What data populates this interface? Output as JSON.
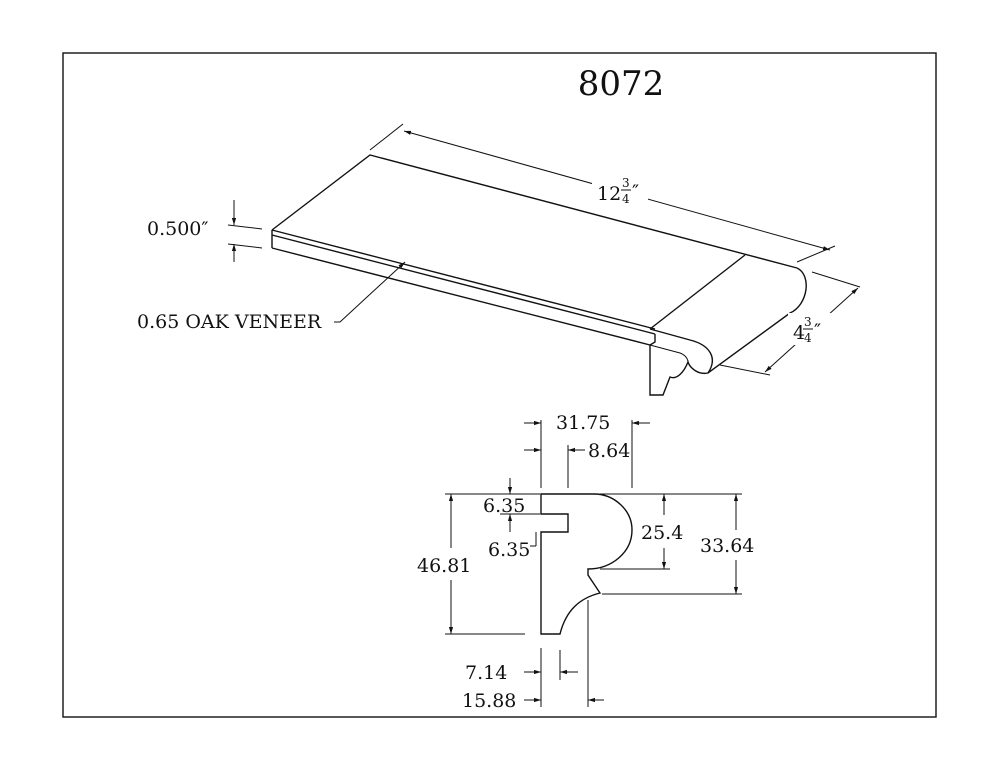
{
  "title": "8072",
  "labels": {
    "length_whole": "12",
    "length_num": "3",
    "length_den": "4",
    "width_whole": "4",
    "width_num": "3",
    "width_den": "4",
    "inch_mark": "″",
    "thickness": "0.500″",
    "veneer": "0.65 OAK VENEER"
  },
  "profile_dims": {
    "overall_width": "31.75",
    "tongue_offset": "8.64",
    "groove_top": "6.35",
    "groove_height": "6.35",
    "overall_height": "46.81",
    "nose_radius": "25.4",
    "nose_height": "33.64",
    "bottom_left": "7.14",
    "bottom_overall": "15.88"
  },
  "colors": {
    "line": "#111111",
    "background": "#ffffff"
  }
}
